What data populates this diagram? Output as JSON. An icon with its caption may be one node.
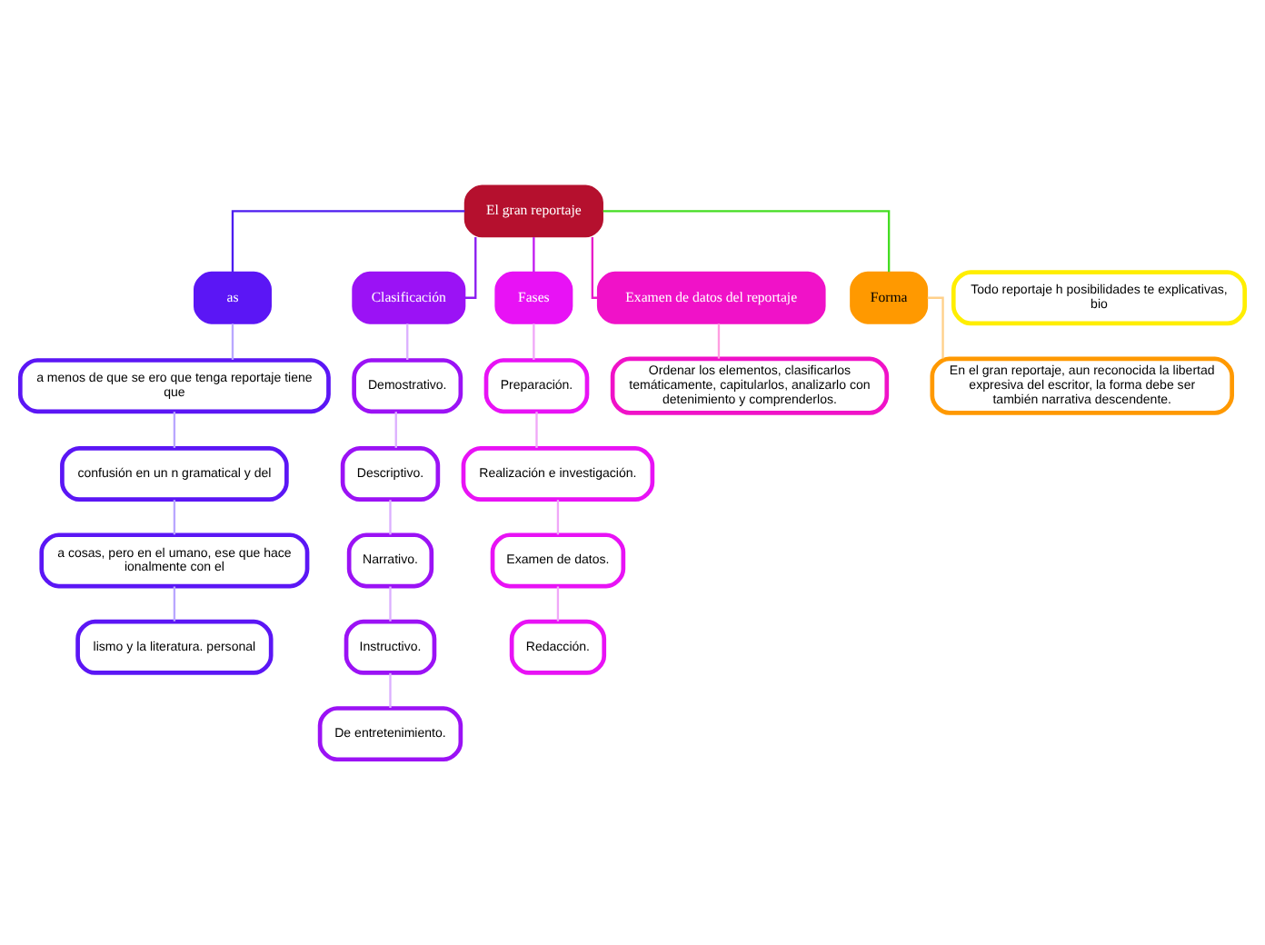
{
  "diagram": {
    "nodes": [
      {
        "text": [
          "El gran reportaje"
        ]
      },
      {
        "text": [
          "as"
        ]
      },
      {
        "text": [
          "a menos de que se ero que tenga reportaje tiene que"
        ]
      },
      {
        "text": [
          "confusión en un n gramatical y del"
        ]
      },
      {
        "text": [
          "a cosas, pero en el umano, ese que hace ionalmente con el"
        ]
      },
      {
        "text": [
          "lismo y la literatura. personal"
        ]
      },
      {
        "text": [
          "Clasificación"
        ]
      },
      {
        "text": [
          "Demostrativo."
        ]
      },
      {
        "text": [
          "Descriptivo."
        ]
      },
      {
        "text": [
          "Narrativo."
        ]
      },
      {
        "text": [
          "Instructivo."
        ]
      },
      {
        "text": [
          "De entretenimiento."
        ]
      },
      {
        "text": [
          "Fases"
        ]
      },
      {
        "text": [
          "Preparación."
        ]
      },
      {
        "text": [
          "Realización e investigación."
        ]
      },
      {
        "text": [
          "Examen de datos."
        ]
      },
      {
        "text": [
          "Redacción."
        ]
      },
      {
        "text": [
          "Examen de datos del reportaje"
        ]
      },
      {
        "text": [
          "Ordenar los elementos, clasificarlos temáticamente, capitularlos, analizarlo con detenimiento y comprenderlos."
        ]
      },
      {
        "text": [
          "Forma"
        ]
      },
      {
        "text": [
          "En el gran reportaje, aun reconocida la libertad expresiva del escritor, la forma debe ser también narrativa descendente."
        ]
      },
      {
        "text": [
          "Todo reportaje h posibilidades te explicativas, bio"
        ]
      }
    ],
    "edges": [
      {
        "from": 0,
        "to": 1,
        "arrow": "none",
        "color": "#4c1cf0"
      },
      {
        "from": 0,
        "to": 6,
        "arrow": "none",
        "color": "#8a1cf0"
      },
      {
        "from": 0,
        "to": 12,
        "arrow": "none",
        "color": "#c21cf0"
      },
      {
        "from": 0,
        "to": 17,
        "arrow": "none",
        "color": "#e81cc8"
      },
      {
        "from": 0,
        "to": 19,
        "arrow": "none",
        "color": "#44dd22"
      },
      {
        "from": 1,
        "to": 2,
        "arrow": "none",
        "color": "#b9a7ff"
      },
      {
        "from": 2,
        "to": 3,
        "arrow": "none",
        "color": "#b9a7ff"
      },
      {
        "from": 3,
        "to": 4,
        "arrow": "none",
        "color": "#b9a7ff"
      },
      {
        "from": 4,
        "to": 5,
        "arrow": "none",
        "color": "#b9a7ff"
      },
      {
        "from": 6,
        "to": 7,
        "arrow": "none",
        "color": "#dcb0ff"
      },
      {
        "from": 7,
        "to": 8,
        "arrow": "none",
        "color": "#dcb0ff"
      },
      {
        "from": 8,
        "to": 9,
        "arrow": "none",
        "color": "#dcb0ff"
      },
      {
        "from": 9,
        "to": 10,
        "arrow": "none",
        "color": "#dcb0ff"
      },
      {
        "from": 10,
        "to": 11,
        "arrow": "none",
        "color": "#dcb0ff"
      },
      {
        "from": 12,
        "to": 13,
        "arrow": "none",
        "color": "#f0a8f8"
      },
      {
        "from": 13,
        "to": 14,
        "arrow": "none",
        "color": "#f0a8f8"
      },
      {
        "from": 14,
        "to": 15,
        "arrow": "none",
        "color": "#f0a8f8"
      },
      {
        "from": 15,
        "to": 16,
        "arrow": "none",
        "color": "#f0a8f8"
      },
      {
        "from": 17,
        "to": 18,
        "arrow": "none",
        "color": "#ff9ee0"
      },
      {
        "from": 19,
        "to": 20,
        "arrow": "none",
        "color": "#ffd08a"
      }
    ]
  }
}
